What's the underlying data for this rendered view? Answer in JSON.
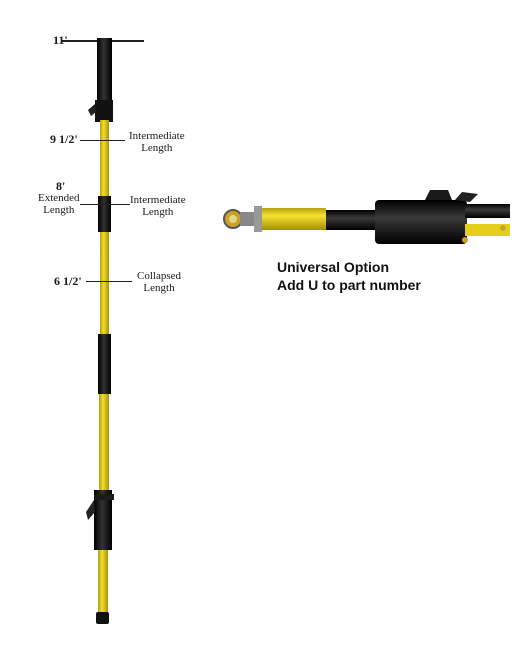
{
  "diagram": {
    "labels": {
      "h11": "11'",
      "h9_5": "9 1/2'",
      "h8": "8'",
      "h6_5": "6 1/2'",
      "extended_length": "Extended\nLength",
      "intermediate_length_1": "Intermediate\nLength",
      "intermediate_length_2": "Intermediate\nLength",
      "collapsed_length": "Collapsed\nLength"
    },
    "colors": {
      "pole_yellow": "#e8d21a",
      "pole_dark": "#111111",
      "brass": "#c9a227"
    }
  },
  "caption": {
    "line1": "Universal Option",
    "line2": "Add U to part number"
  }
}
